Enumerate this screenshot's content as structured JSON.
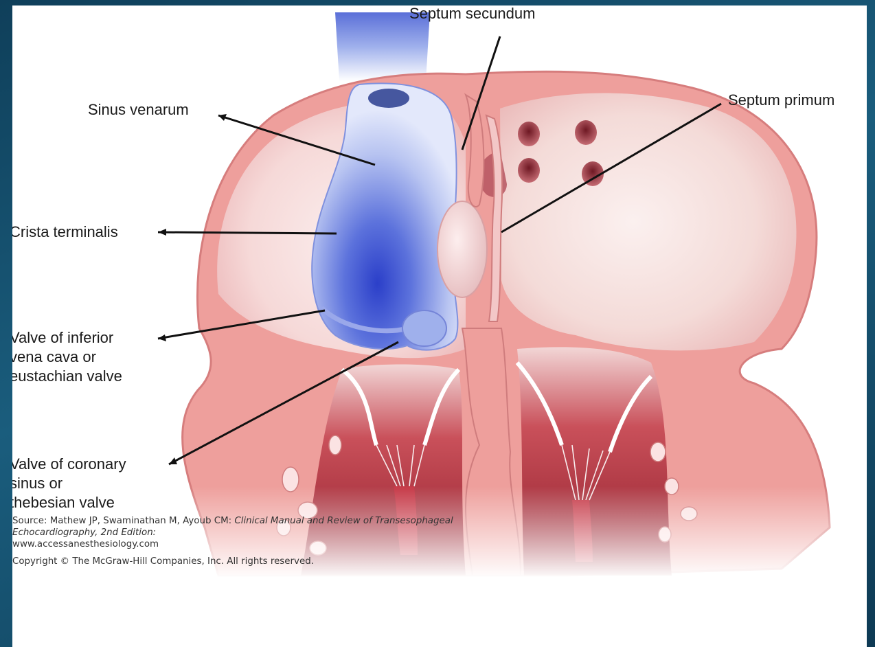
{
  "labels": {
    "septum_secundum": "Septum secundum",
    "septum_primum": "Septum primum",
    "sinus_venarum": "Sinus venarum",
    "crista_terminalis": "Crista terminalis",
    "valve_ivc": [
      "Valve of inferior",
      "vena cava or",
      "eustachian valve"
    ],
    "valve_cs": [
      "Valve of coronary",
      "sinus or",
      "thebesian valve"
    ]
  },
  "caption": {
    "source_prefix": "Source: Mathew JP, Swaminathan M, Ayoub CM: ",
    "source_title": "Clinical Manual and Review of Transesophageal Echocardiography, 2nd Edition:",
    "url": "www.accessanesthesiology.com",
    "copyright": "Copyright © The McGraw-Hill Companies, Inc. All rights reserved."
  }
}
